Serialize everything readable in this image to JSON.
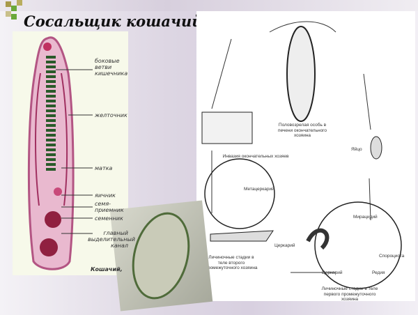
{
  "title": "Сосальщик кошачий",
  "anatomy": {
    "labels": [
      "боковые ветви кишечника",
      "желточник",
      "матка",
      "яичник",
      "семя-приемник",
      "семенник",
      "главный выделительный канал"
    ],
    "caption": "Кошачий,"
  },
  "life_cycle": {
    "adult": "Половозрелая особь в печени окончательного хозяина",
    "egg": "Яйцо",
    "miracidium": "Мирацидий",
    "sporocyst": "Спороциста",
    "redia": "Редия",
    "cercaria_inner": "Церкарий",
    "cercaria_outer": "Церкарий",
    "first_host": "Личиночные стадии в теле первого промежуточного хозяина",
    "second_host": "Личиночные стадии в теле второго промежуточного хозяина",
    "metacercaria": "Метацеркарий",
    "invasion": "Инвазия окончательных хозяев"
  },
  "colors": {
    "accent_green": "#6aa83a",
    "accent_olive": "#a89a4a"
  }
}
